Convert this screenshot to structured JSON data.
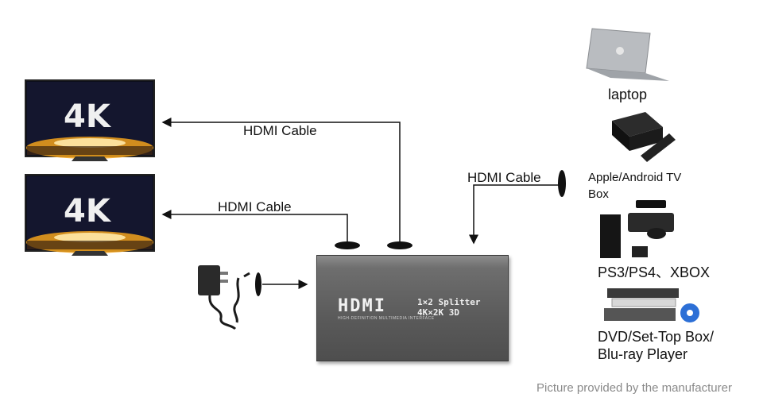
{
  "splitter": {
    "logo": "HDMI",
    "logo_tagline": "HIGH-DEFINITION MULTIMEDIA INTERFACE",
    "spec_line1": "1×2 Splitter",
    "spec_line2": "4K×2K 3D"
  },
  "displays": [
    {
      "badge": "4K"
    },
    {
      "badge": "4K"
    }
  ],
  "cables": {
    "top_output": "HDMI Cable",
    "bottom_output": "HDMI Cable",
    "input": "HDMI Cable"
  },
  "sources": {
    "laptop": "laptop",
    "tv_box_line1": "Apple/Android TV",
    "tv_box_line2": "Box",
    "consoles": "PS3/PS4、XBOX",
    "player_line1": "DVD/Set-Top Box/",
    "player_line2": "Blu-ray Player"
  },
  "credit": "Picture provided by the manufacturer",
  "colors": {
    "line": "#111111",
    "splitter": "#5f5f5f",
    "screen_glow": "#f2a21b"
  }
}
